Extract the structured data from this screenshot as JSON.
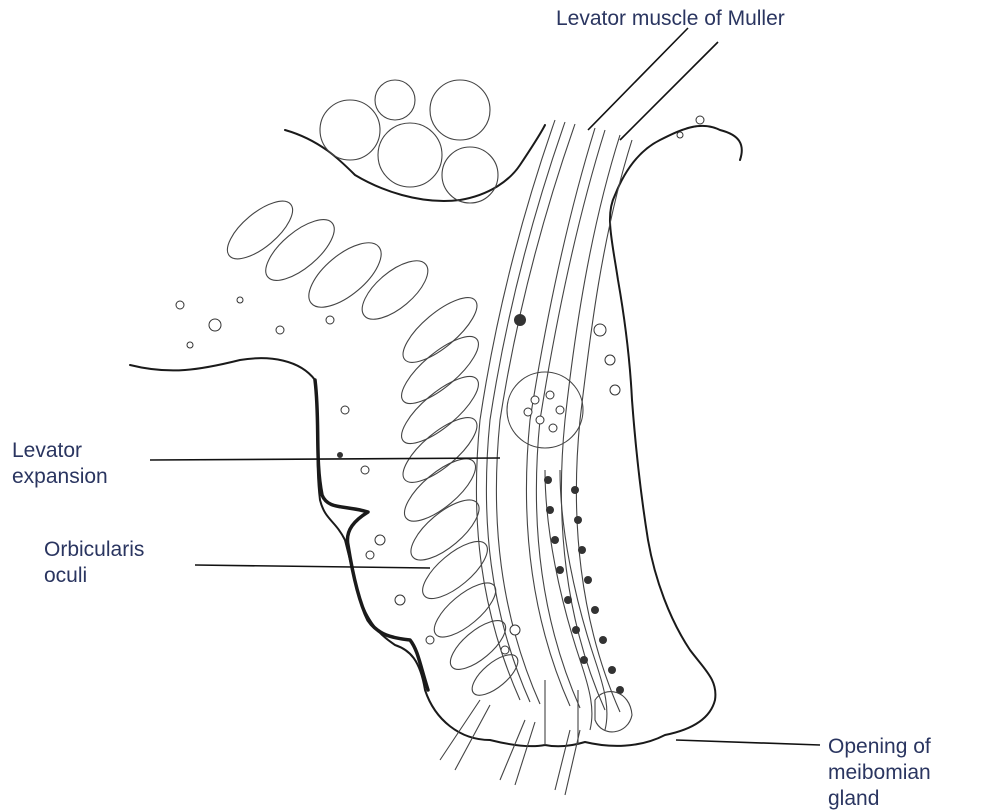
{
  "labels": {
    "levator_muller": "Levator muscle of Muller",
    "levator_expansion_line1": "Levator",
    "levator_expansion_line2": "expansion",
    "orbicularis_line1": "Orbicularis",
    "orbicularis_line2": "oculi",
    "meibomian_line1": "Opening of",
    "meibomian_line2": "meibomian",
    "meibomian_line3": "gland"
  }
}
